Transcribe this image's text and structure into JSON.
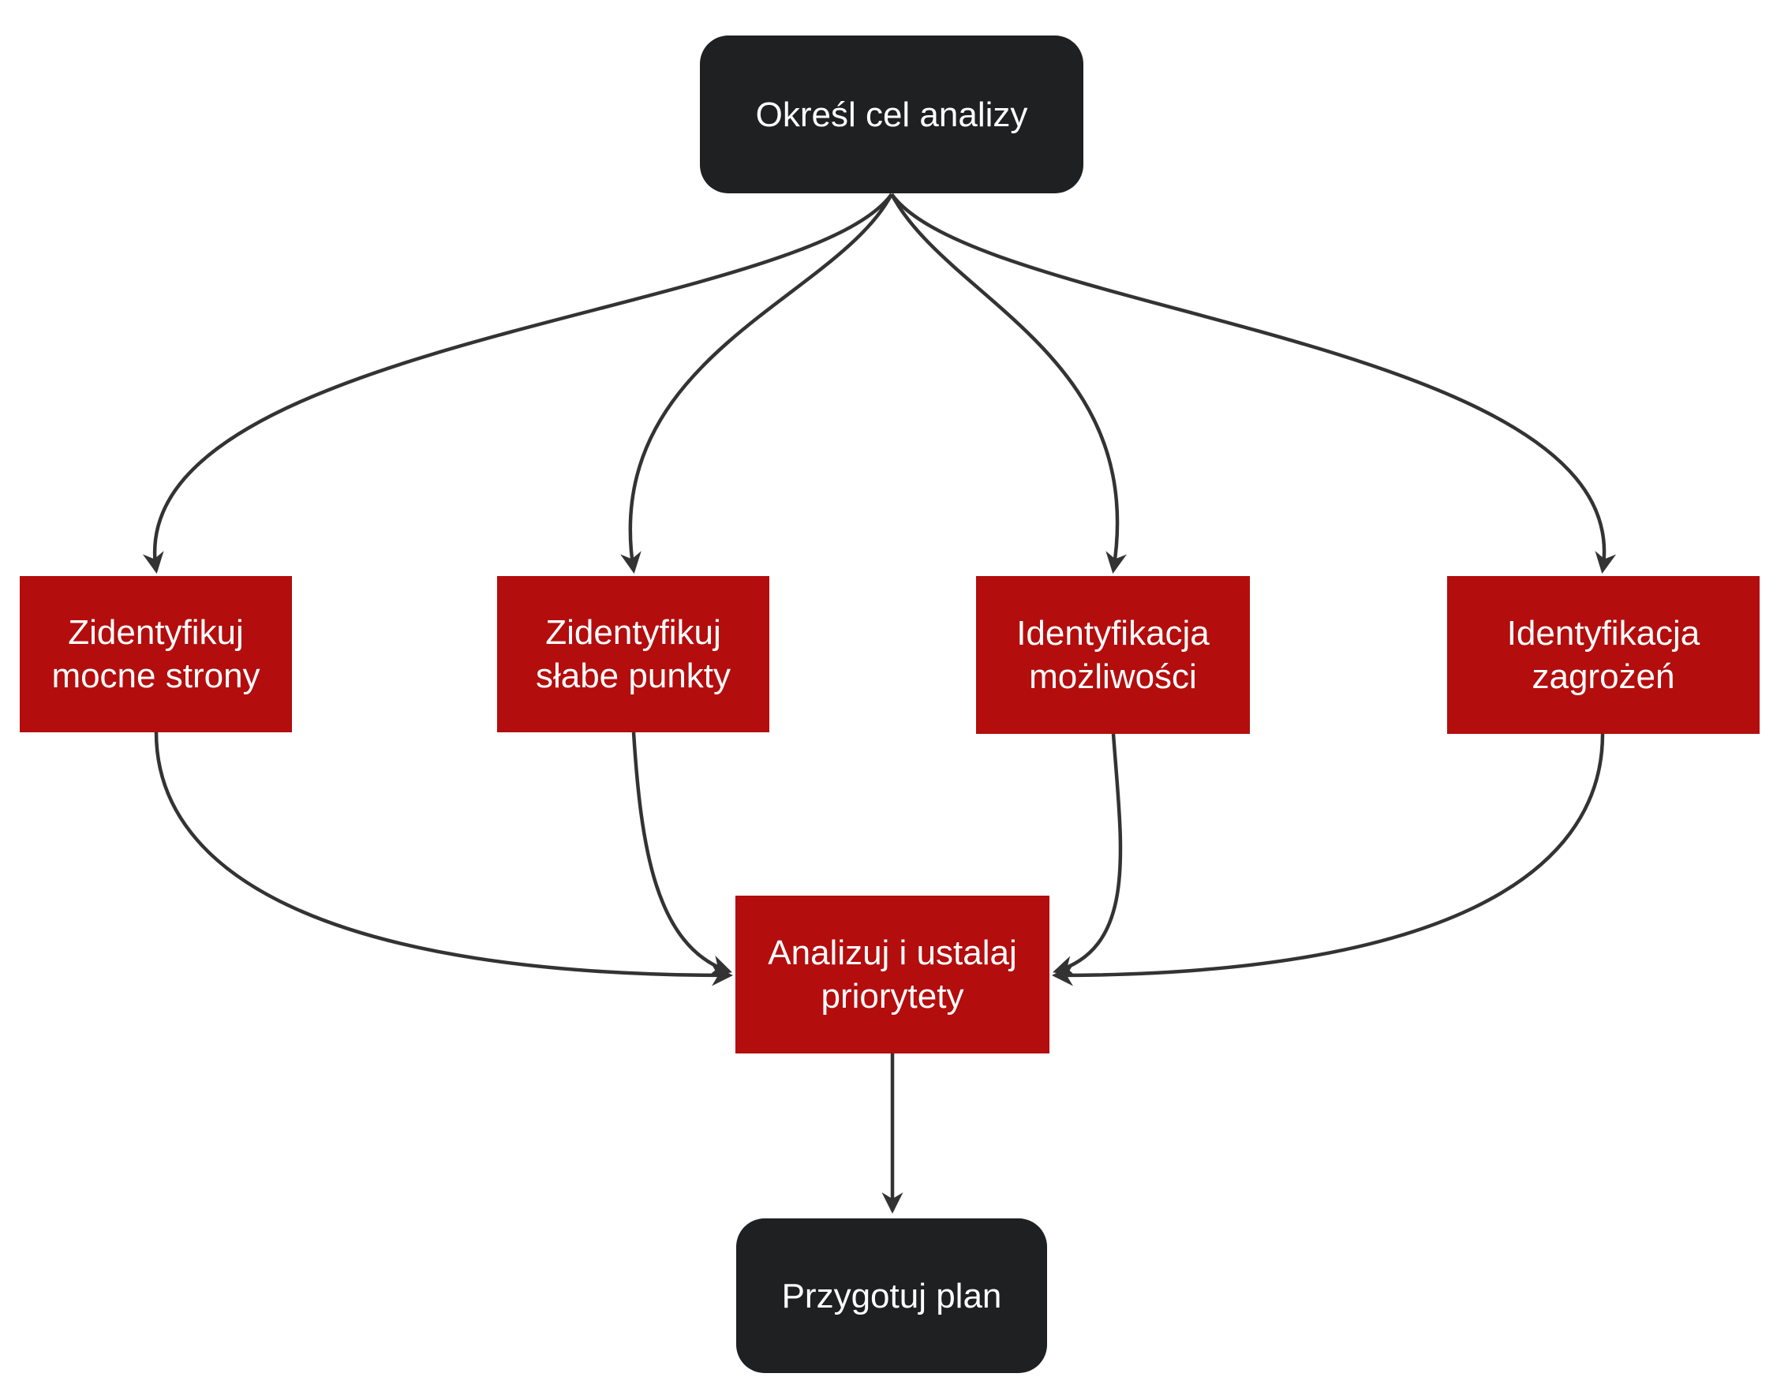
{
  "diagram": {
    "type": "flowchart",
    "direction": "top-down",
    "nodes": {
      "start": {
        "label": "Określ cel analizy",
        "shape": "rounded",
        "fill": "dark"
      },
      "strengths": {
        "line1": "Zidentyfikuj",
        "line2": "mocne strony",
        "shape": "rect",
        "fill": "red"
      },
      "weaknesses": {
        "line1": "Zidentyfikuj",
        "line2": "słabe punkty",
        "shape": "rect",
        "fill": "red"
      },
      "opportunities": {
        "line1": "Identyfikacja",
        "line2": "możliwości",
        "shape": "rect",
        "fill": "red"
      },
      "threats": {
        "line1": "Identyfikacja",
        "line2": "zagrożeń",
        "shape": "rect",
        "fill": "red"
      },
      "analyze": {
        "line1": "Analizuj i ustalaj",
        "line2": "priorytety",
        "shape": "rect",
        "fill": "red"
      },
      "plan": {
        "label": "Przygotuj plan",
        "shape": "rounded",
        "fill": "dark"
      }
    },
    "edges": [
      {
        "from": "start",
        "to": "strengths"
      },
      {
        "from": "start",
        "to": "weaknesses"
      },
      {
        "from": "start",
        "to": "opportunities"
      },
      {
        "from": "start",
        "to": "threats"
      },
      {
        "from": "strengths",
        "to": "analyze"
      },
      {
        "from": "weaknesses",
        "to": "analyze"
      },
      {
        "from": "opportunities",
        "to": "analyze"
      },
      {
        "from": "threats",
        "to": "analyze"
      },
      {
        "from": "analyze",
        "to": "plan"
      }
    ],
    "colors": {
      "node-dark": "#1f2021",
      "node-red": "#b30d0d",
      "node-text": "#ffffff",
      "edge-line": "#333333",
      "canvas-bg": "#ffffff"
    }
  }
}
